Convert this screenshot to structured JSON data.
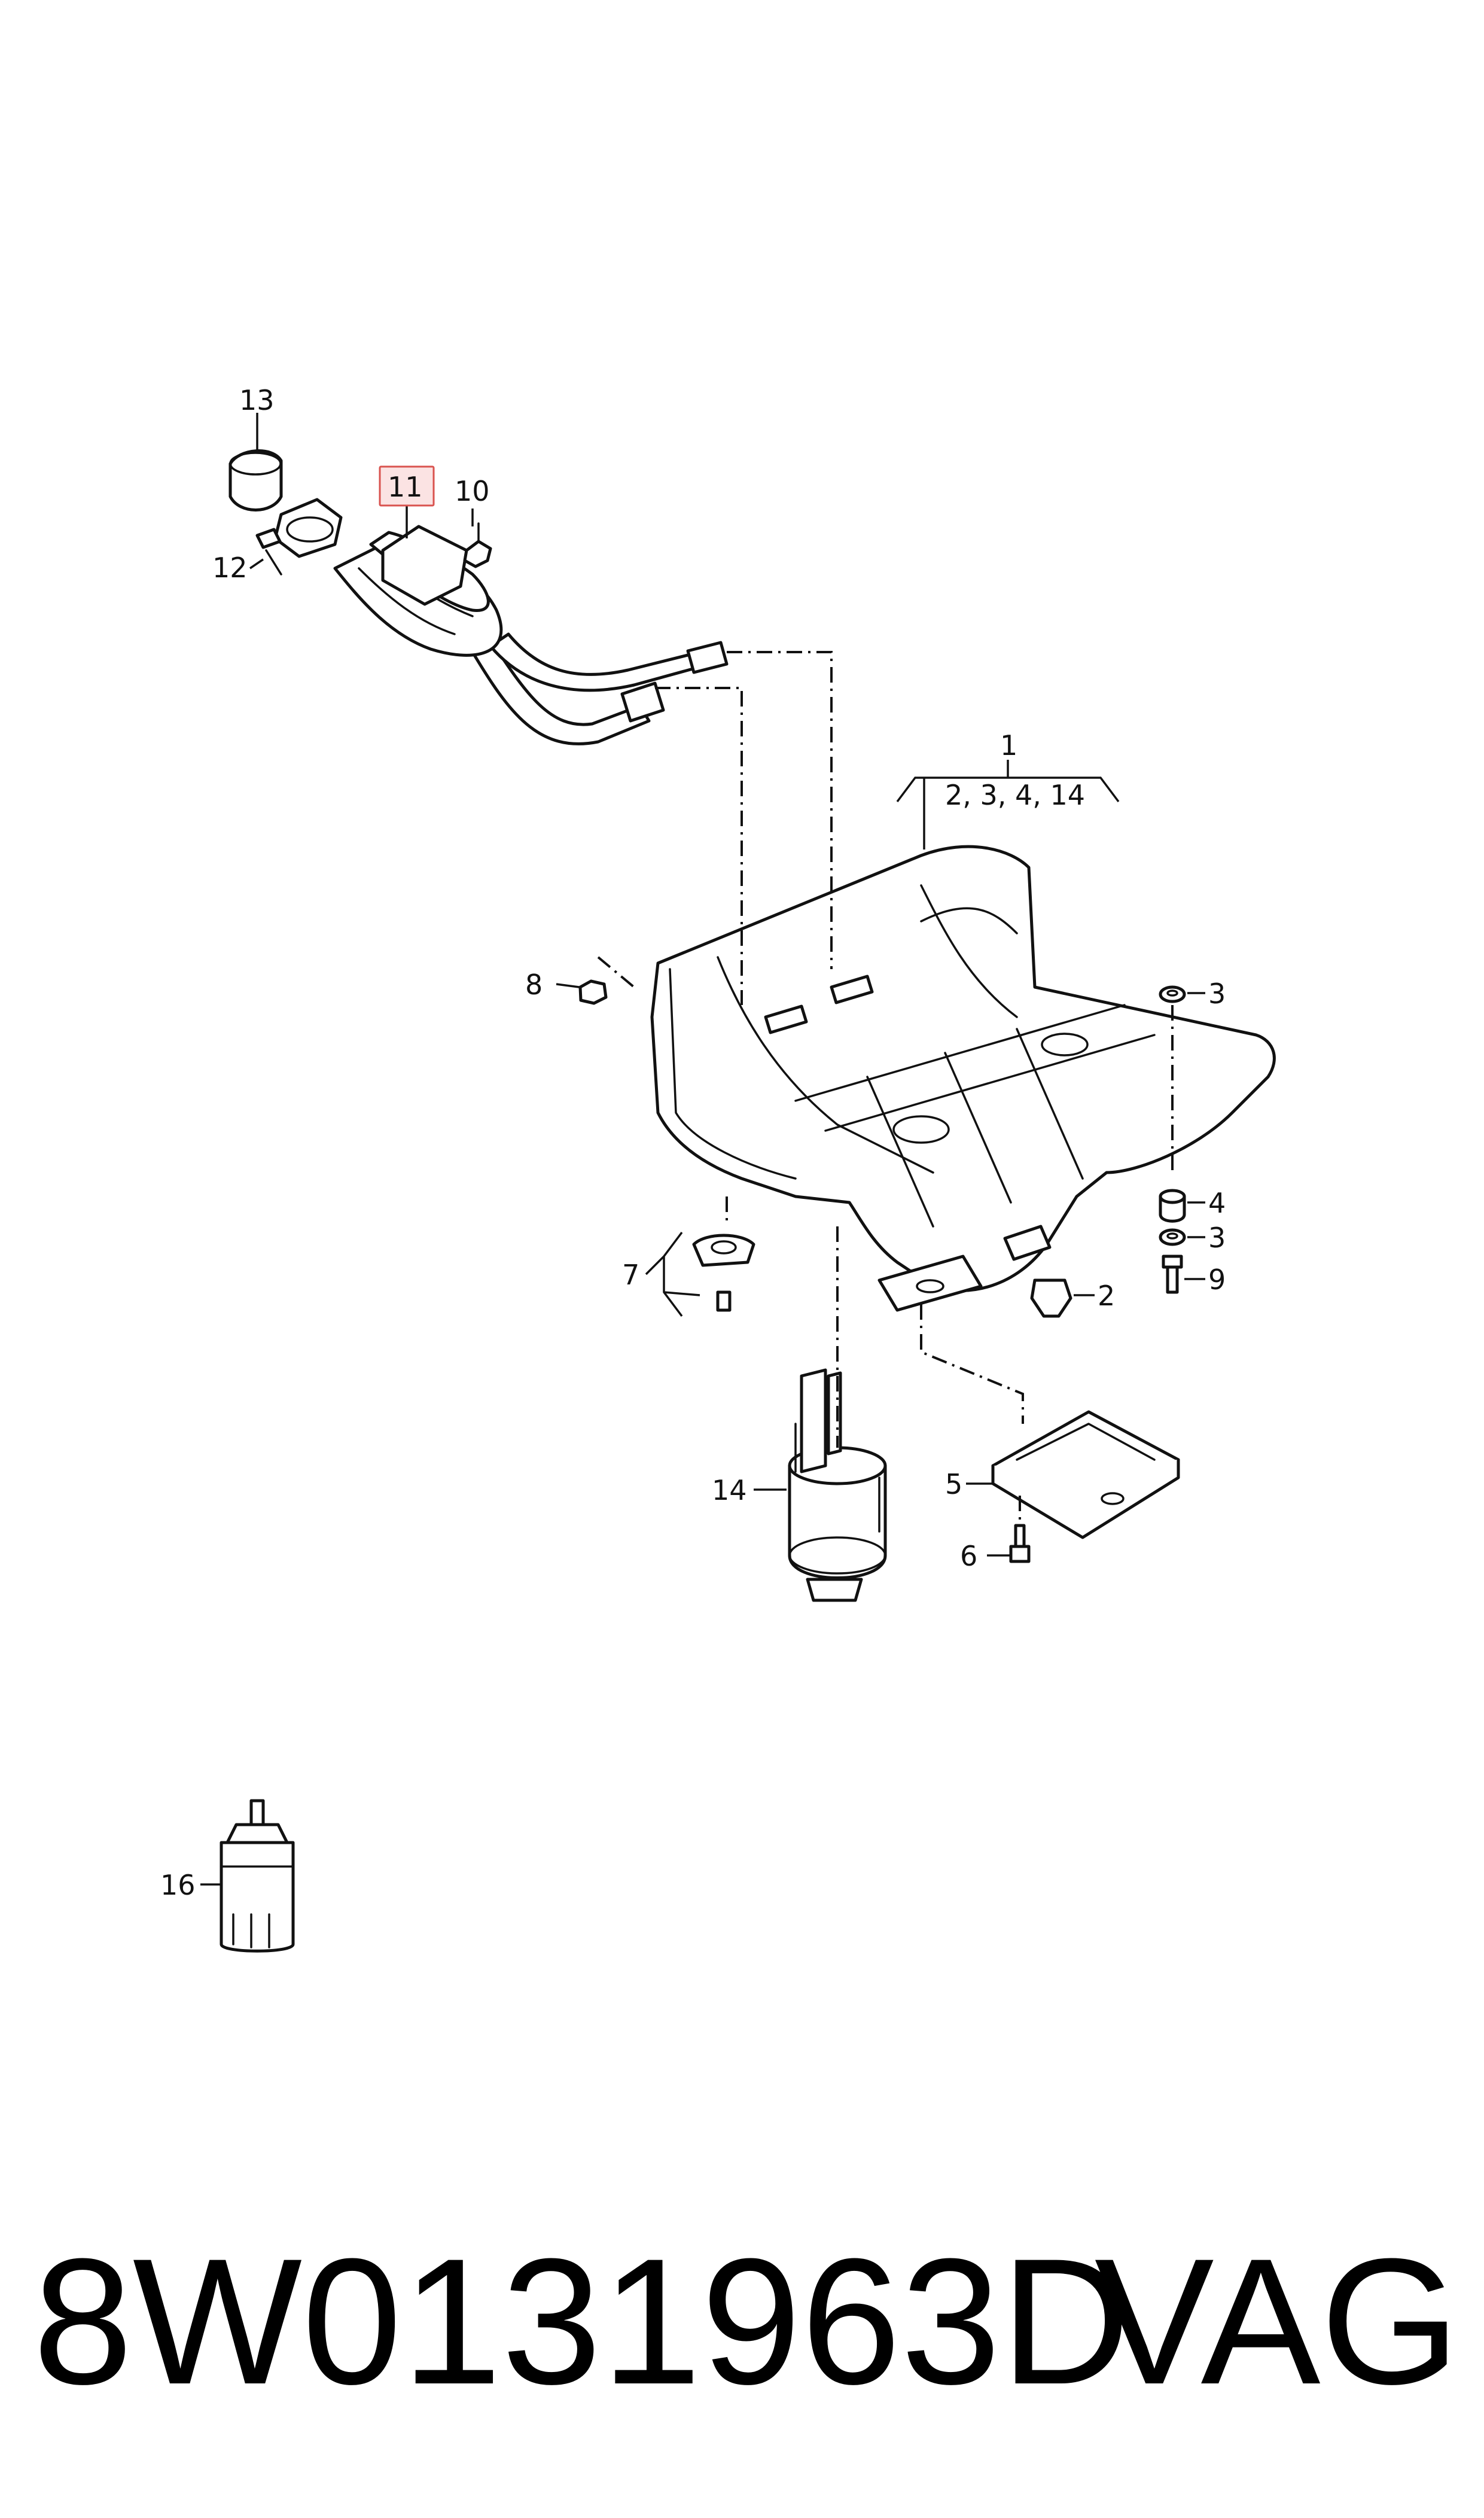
{
  "diagram": {
    "colors": {
      "line": "#111111",
      "highlight_fill": "#fbe3e3",
      "highlight_stroke": "#d9534f"
    },
    "highlighted_callout": "11",
    "callouts": {
      "c1": "1",
      "c1_sub": "2, 3, 4, 14",
      "c2": "2",
      "c3a": "3",
      "c3b": "3",
      "c4": "4",
      "c5": "5",
      "c6": "6",
      "c7": "7",
      "c8": "8",
      "c9": "9",
      "c10": "10",
      "c11": "11",
      "c12": "12",
      "c13": "13",
      "c14": "14",
      "c16": "16"
    }
  },
  "footer": {
    "part_number": "8W0131963D",
    "brand": "VAG"
  }
}
